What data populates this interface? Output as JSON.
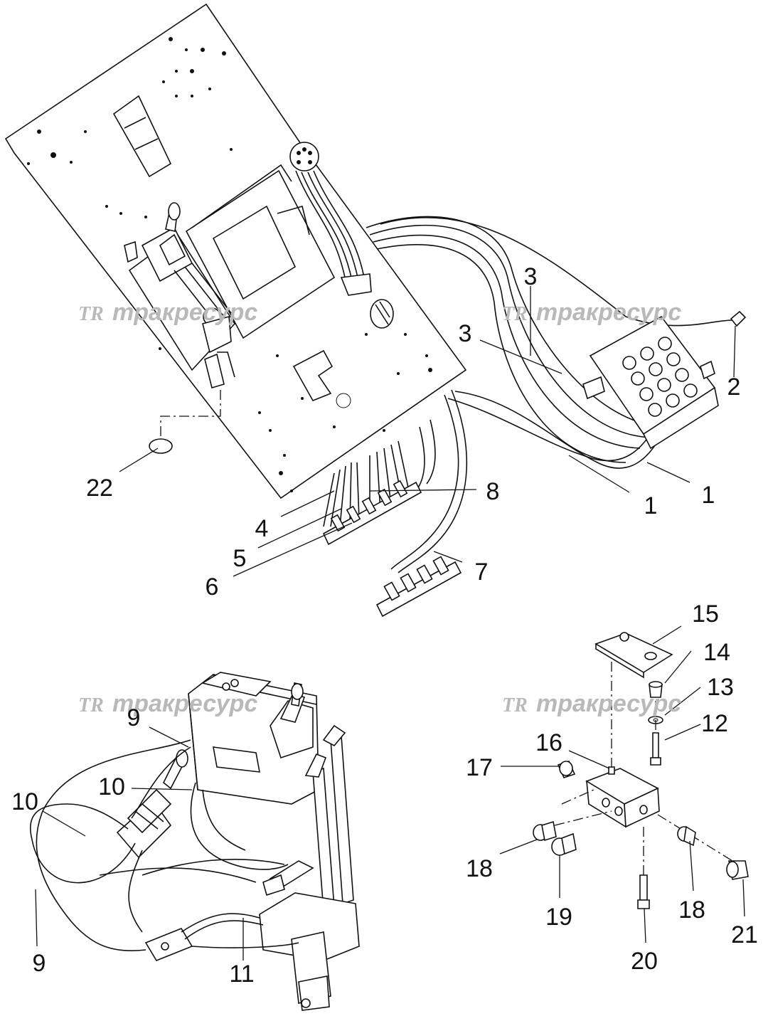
{
  "watermark": {
    "logo": "TR",
    "text": "тракресурс"
  },
  "callouts": [
    "1",
    "1",
    "2",
    "3",
    "3",
    "4",
    "5",
    "6",
    "7",
    "8",
    "9",
    "9",
    "10",
    "10",
    "11",
    "12",
    "13",
    "14",
    "15",
    "16",
    "17",
    "18",
    "18",
    "19",
    "20",
    "21",
    "22"
  ]
}
